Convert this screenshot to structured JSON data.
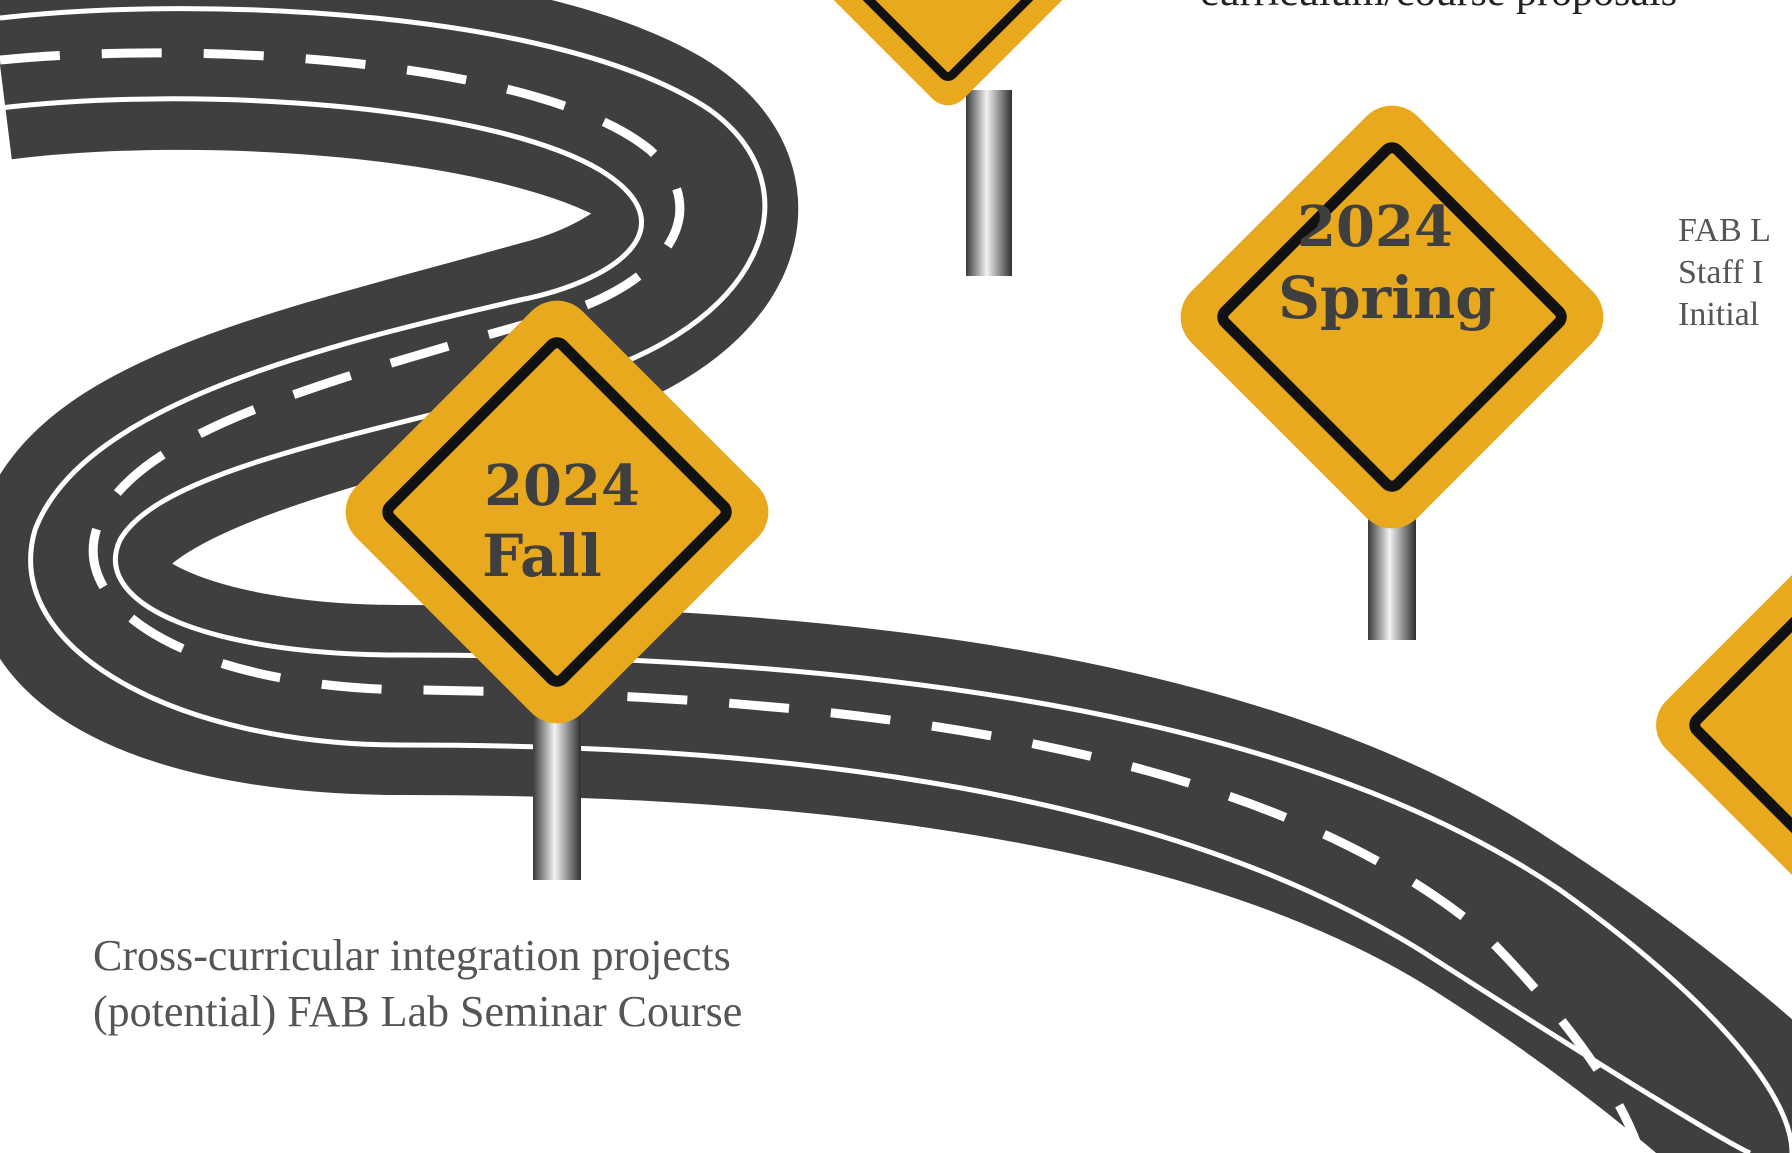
{
  "signs": {
    "fall": {
      "year": "2024",
      "season": "Fall"
    },
    "spring": {
      "year": "2024",
      "season": "Spring"
    }
  },
  "captions": {
    "top_partial": "curriculum/course proposals",
    "spring": [
      "FAB L",
      "Staff I",
      "Initial"
    ],
    "fall": [
      "Cross-curricular integration projects",
      "(potential) FAB Lab Seminar Course"
    ]
  },
  "colors": {
    "road": "#3f3f3f",
    "sign": "#e8a91e",
    "sign_border": "#111111",
    "lane_marking": "#ffffff",
    "caption_text": "#555555"
  }
}
